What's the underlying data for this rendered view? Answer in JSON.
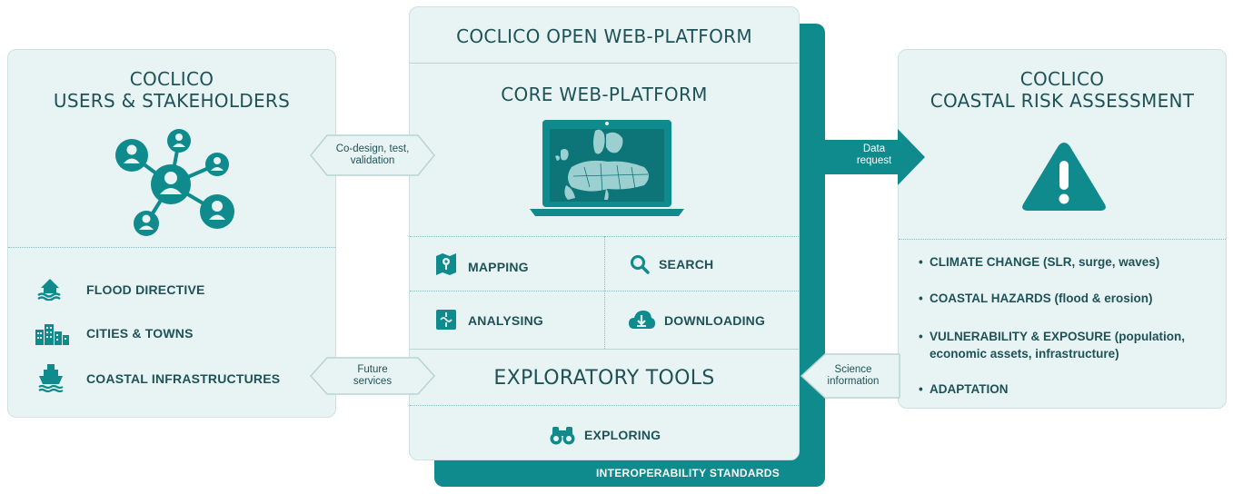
{
  "colors": {
    "panel": "#e8f4f4",
    "accent": "#0f8a8d",
    "text": "#1f5257"
  },
  "left_panel": {
    "title_line1": "COCLICO",
    "title_line2": "USERS & STAKEHOLDERS",
    "items": [
      {
        "icon": "house-flood-icon",
        "label": "FLOOD DIRECTIVE"
      },
      {
        "icon": "city-buildings-icon",
        "label": "CITIES & TOWNS"
      },
      {
        "icon": "ship-icon",
        "label": "COASTAL INFRASTRUCTURES"
      }
    ]
  },
  "center_panel": {
    "title": "COCLICO OPEN WEB-PLATFORM",
    "core_title": "CORE WEB-PLATFORM",
    "tools": [
      {
        "icon": "map-icon",
        "label": "MAPPING"
      },
      {
        "icon": "search-icon",
        "label": "SEARCH"
      },
      {
        "icon": "puzzle-icon",
        "label": "ANALYSING"
      },
      {
        "icon": "cloud-download-icon",
        "label": "DOWNLOADING"
      }
    ],
    "exploratory_title": "EXPLORATORY TOOLS",
    "exploring_label": "EXPLORING",
    "interop_label": "INTEROPERABILITY STANDARDS"
  },
  "right_panel": {
    "title_line1": "COCLICO",
    "title_line2": "COASTAL RISK ASSESSMENT",
    "bullets": [
      "CLIMATE CHANGE (SLR, surge, waves)",
      "COASTAL HAZARDS (flood & erosion)",
      "VULNERABILITY & EXPOSURE (population, economic assets, infrastructure)",
      "ADAPTATION"
    ]
  },
  "arrows": {
    "codesign": "Co-design, test, validation",
    "future": "Future services",
    "data_request": "Data request",
    "science": "Science information"
  }
}
